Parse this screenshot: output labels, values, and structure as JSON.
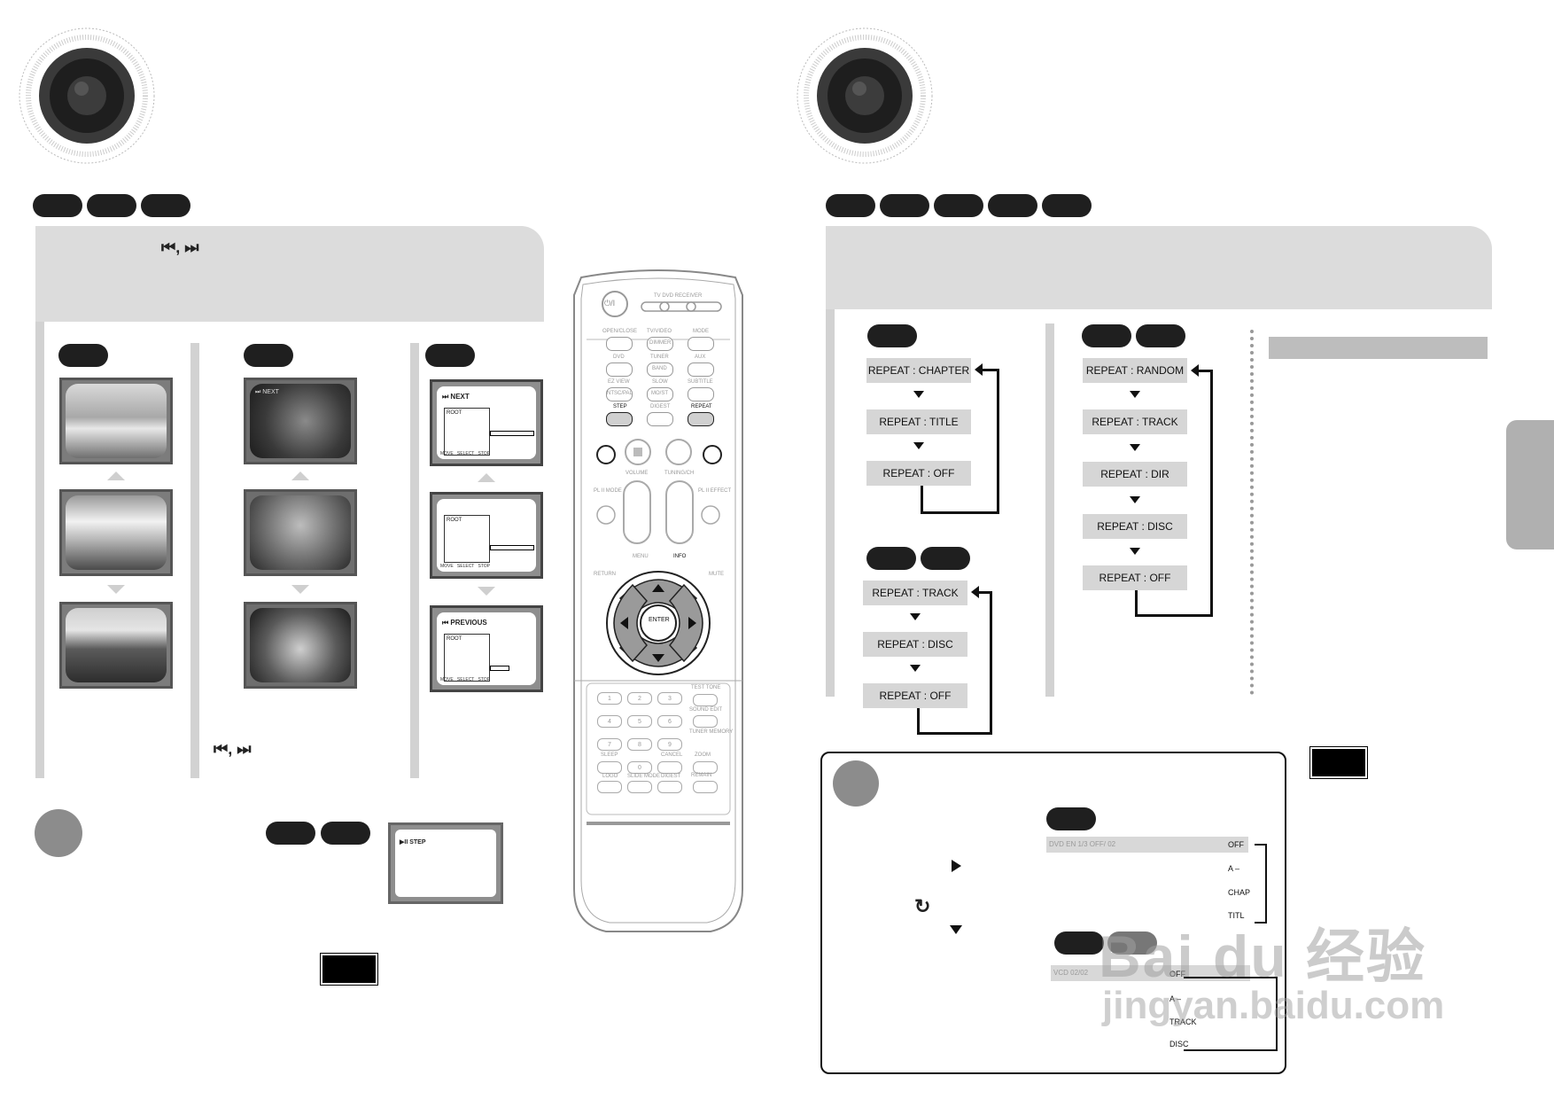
{
  "left": {
    "band_icons": "⏮, ⏭",
    "bottom_icons": "⏮, ⏭",
    "step_screen_label": "▶II STEP"
  },
  "osd_screens": {
    "next_label": "⏭ NEXT",
    "previous_label": "⏮ PREVIOUS",
    "root_label": "ROOT",
    "foot_move": "MOVE",
    "foot_select": "SELECT",
    "foot_stop": "STOP"
  },
  "thumb_overlay": {
    "next": "⏭ NEXT"
  },
  "remote": {
    "power": "⏻/I",
    "tv_dvd": "TV   DVD RECEIVER",
    "row1": [
      "OPEN/CLOSE",
      "TV/VIDEO",
      "MODE"
    ],
    "row1b": [
      "",
      "DIMMER",
      ""
    ],
    "row2": [
      "DVD",
      "TUNER",
      "AUX"
    ],
    "row2b": [
      "",
      "BAND",
      ""
    ],
    "row3": [
      "EZ VIEW",
      "SLOW",
      "SUBTITLE"
    ],
    "row3b": [
      "NTSC/PAL",
      "MO/ST",
      ""
    ],
    "row4": [
      "STEP",
      "DIGEST",
      "REPEAT"
    ],
    "volume": "VOLUME",
    "tuning": "TUNING/CH",
    "plii_mode": "PL II MODE",
    "plii_effect": "PL II EFFECT",
    "menu": "MENU",
    "info": "INFO",
    "return": "RETURN",
    "mute": "MUTE",
    "enter": "ENTER",
    "keypad": [
      "1",
      "2",
      "3",
      "4",
      "5",
      "6",
      "7",
      "8",
      "9",
      "0"
    ],
    "right_labels": [
      "TEST TONE",
      "SOUND EDIT",
      "TUNER MEMORY",
      "ZOOM",
      "REMAIN"
    ],
    "bottom_labels": [
      "SLEEP",
      "CANCEL",
      "LOGO",
      "SLIDE MODE",
      "DIGEST"
    ]
  },
  "right": {
    "col1_chain": [
      "REPEAT : CHAPTER",
      "REPEAT : TITLE",
      "REPEAT : OFF"
    ],
    "col1b_chain": [
      "REPEAT : TRACK",
      "REPEAT : DISC",
      "REPEAT : OFF"
    ],
    "col2_chain": [
      "REPEAT : RANDOM",
      "REPEAT : TRACK",
      "REPEAT : DIR",
      "REPEAT : DISC",
      "REPEAT : OFF"
    ],
    "dvd_bar": "DVD   EN 1/3   OFF/ 02",
    "dvd_menu": [
      "OFF",
      "A –",
      "CHAP",
      "TITL"
    ],
    "vcd_bar": "VCD   02/02",
    "vcd_menu": [
      "OFF",
      "A –",
      "TRACK",
      "DISC"
    ],
    "watermark_text": "Bai du 经验",
    "watermark_url": "jingyan.baidu.com"
  },
  "colors": {
    "pill": "#1f1f1f",
    "band": "#dcdcdc",
    "box": "#d6d6d6",
    "circle": "#8c8c8c"
  }
}
